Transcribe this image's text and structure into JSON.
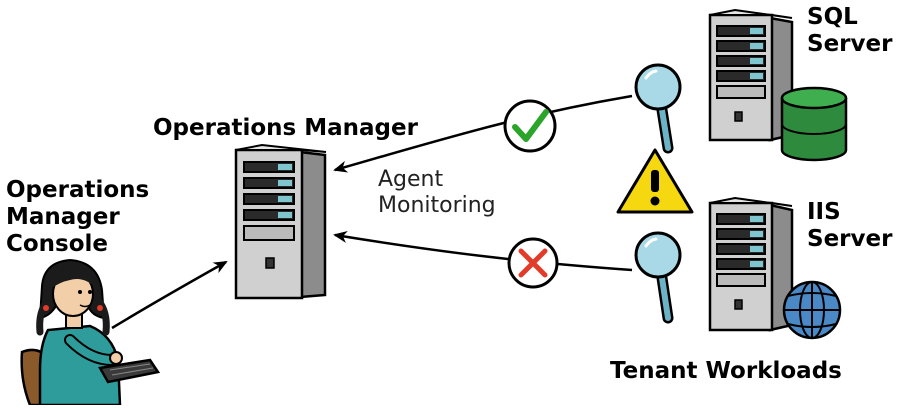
{
  "diagram": {
    "operations_manager_label": "Operations Manager",
    "console_label_lines": [
      "Operations",
      "Manager",
      "Console"
    ],
    "sql_server_label_lines": [
      "SQL",
      "Server"
    ],
    "iis_server_label_lines": [
      "IIS",
      "Server"
    ],
    "agent_monitoring_lines": [
      "Agent",
      "Monitoring"
    ],
    "tenant_workloads_label": "Tenant Workloads"
  },
  "icons": {
    "success": "check-mark-icon",
    "failure": "x-mark-icon",
    "warning": "warning-triangle-icon",
    "monitor": "magnifier-icon",
    "database": "database-icon",
    "web": "globe-icon"
  },
  "colors": {
    "check": "#2aa52a",
    "cross": "#e23b2a",
    "warning": "#f5d80f",
    "magnifier_glass": "#a9d8e6",
    "database": "#2e8b3d",
    "globe": "#4a88c6",
    "server_slots": "#7fc5cf",
    "server_body": "#d0d0d0",
    "skin": "#f2cfa8",
    "shirt": "#2f9c9c"
  }
}
